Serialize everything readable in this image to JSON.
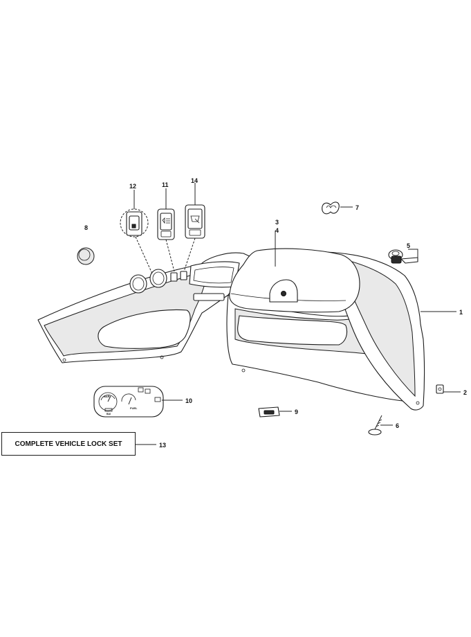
{
  "diagram": {
    "callouts": [
      {
        "id": "1",
        "text": "1"
      },
      {
        "id": "2",
        "text": "2"
      },
      {
        "id": "3",
        "text": "3"
      },
      {
        "id": "4",
        "text": "4"
      },
      {
        "id": "5",
        "text": "5"
      },
      {
        "id": "6",
        "text": "6"
      },
      {
        "id": "7",
        "text": "7"
      },
      {
        "id": "8",
        "text": "8"
      },
      {
        "id": "9",
        "text": "9"
      },
      {
        "id": "10",
        "text": "10"
      },
      {
        "id": "11",
        "text": "11"
      },
      {
        "id": "12",
        "text": "12"
      },
      {
        "id": "13",
        "text": "13"
      },
      {
        "id": "14",
        "text": "14"
      }
    ],
    "lock_set_label": "COMPLETE VEHICLE LOCK SET",
    "gauge": {
      "label_bar": "BAR",
      "label_fuel": "FUEL",
      "label_small": "BAI"
    }
  }
}
